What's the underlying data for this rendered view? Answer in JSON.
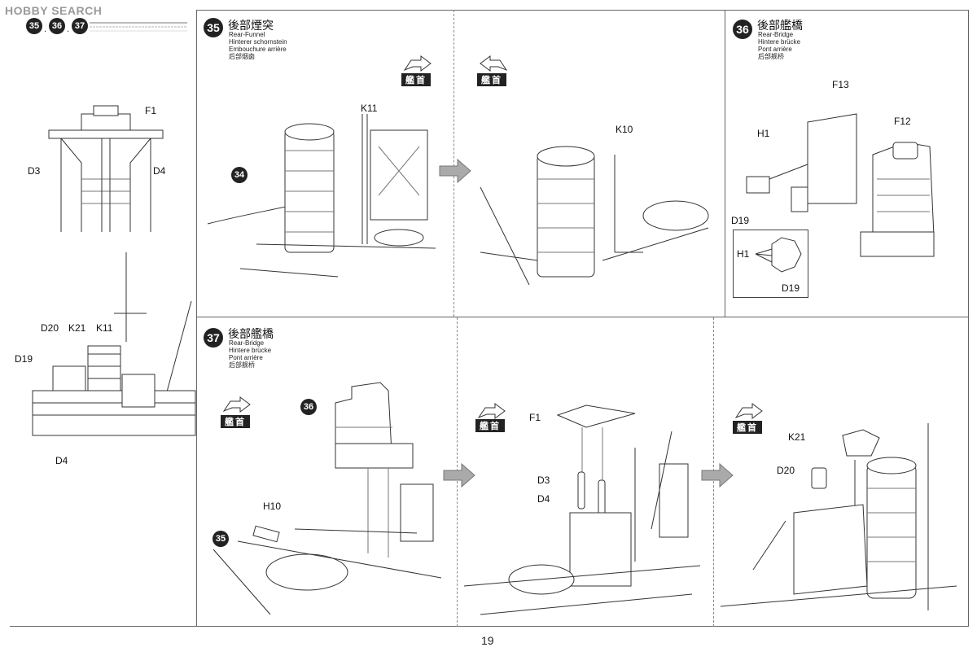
{
  "watermark": "HOBBY SEARCH",
  "header": {
    "steps": [
      "35",
      "36",
      "37"
    ]
  },
  "overview": {
    "labels": {
      "f1": "F1",
      "d3": "D3",
      "d4": "D4",
      "d20": "D20",
      "k21": "K21",
      "k11": "K11",
      "d19": "D19",
      "d4b": "D4"
    }
  },
  "step35": {
    "num": "35",
    "title": "後部煙突",
    "en": "Rear-Funnel",
    "de": "Hinterer schornstein",
    "fr": "Embouchure arrière",
    "zh": "后部烟囱",
    "bow": "艦首",
    "k11": "K11",
    "ref": "34"
  },
  "step35b": {
    "bow": "艦首",
    "k10": "K10"
  },
  "step36": {
    "num": "36",
    "title": "後部艦橋",
    "en": "Rear-Bridge",
    "de": "Hintere brücke",
    "fr": "Pont arrière",
    "zh": "后部舰桥",
    "f13": "F13",
    "f12": "F12",
    "h1": "H1",
    "d19": "D19",
    "h1b": "H1",
    "d19b": "D19"
  },
  "step37": {
    "num": "37",
    "title": "後部艦橋",
    "en": "Rear-Bridge",
    "de": "Hintere brücke",
    "fr": "Pont arrière",
    "zh": "后部舰桥",
    "bow": "艦首",
    "ref36": "36",
    "h10": "H10",
    "ref35": "35"
  },
  "step37b": {
    "bow": "艦首",
    "f1": "F1",
    "d3": "D3",
    "d4": "D4"
  },
  "step37c": {
    "bow": "艦首",
    "k21": "K21",
    "d20": "D20"
  },
  "page": "19"
}
